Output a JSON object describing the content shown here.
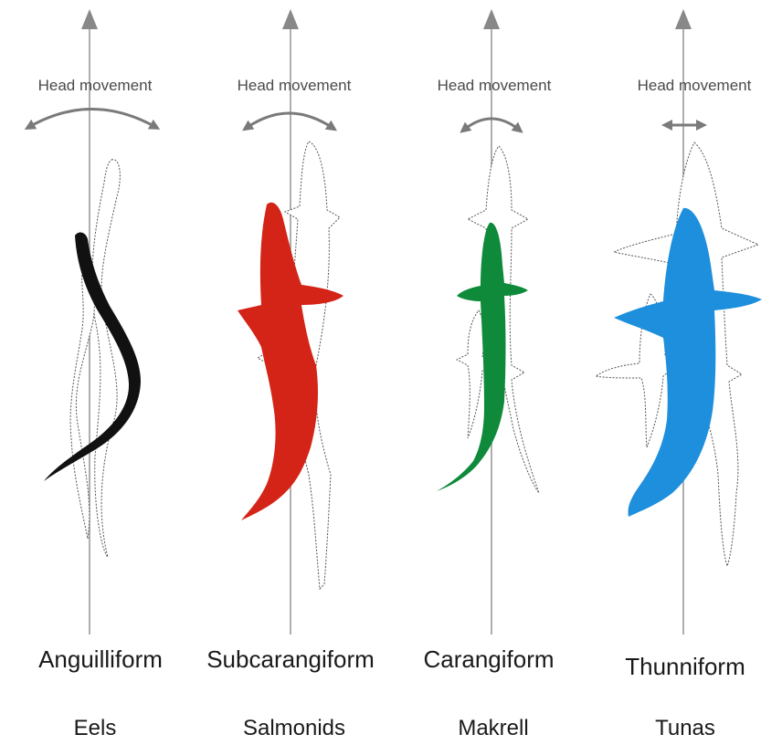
{
  "columns": [
    {
      "head_label": "Head movement",
      "mode": "Anguilliform",
      "example": "Eels",
      "color": "#111111"
    },
    {
      "head_label": "Head movement",
      "mode": "Subcarangiform",
      "example": "Salmonids",
      "color": "#d42317"
    },
    {
      "head_label": "Head movement",
      "mode": "Carangiform",
      "example": "Makrell",
      "color": "#0e8a3a"
    },
    {
      "head_label": "Head movement",
      "mode": "Thunniform",
      "example": "Tunas",
      "color": "#1e8fdc"
    }
  ]
}
